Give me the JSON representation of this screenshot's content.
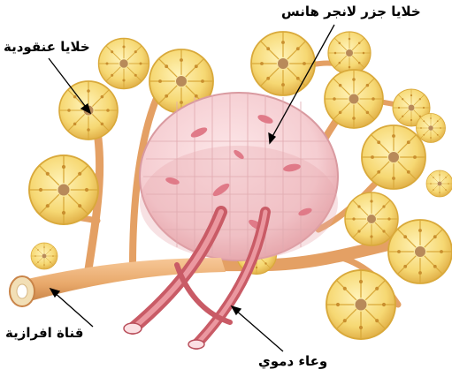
{
  "labels": {
    "islets": "خلايا جزر لانجر هانس",
    "acinar": "خلايا عنقودية",
    "duct": "قناة افرازية",
    "vessel": "وعاء دموي"
  },
  "colors": {
    "acinar_fill": "#f6d873",
    "acinar_edge": "#d9a93a",
    "duct": "#e8a86a",
    "islet": "#f6d0d3",
    "vessel": "#d9707a",
    "nucleus": "#c98f2f"
  }
}
